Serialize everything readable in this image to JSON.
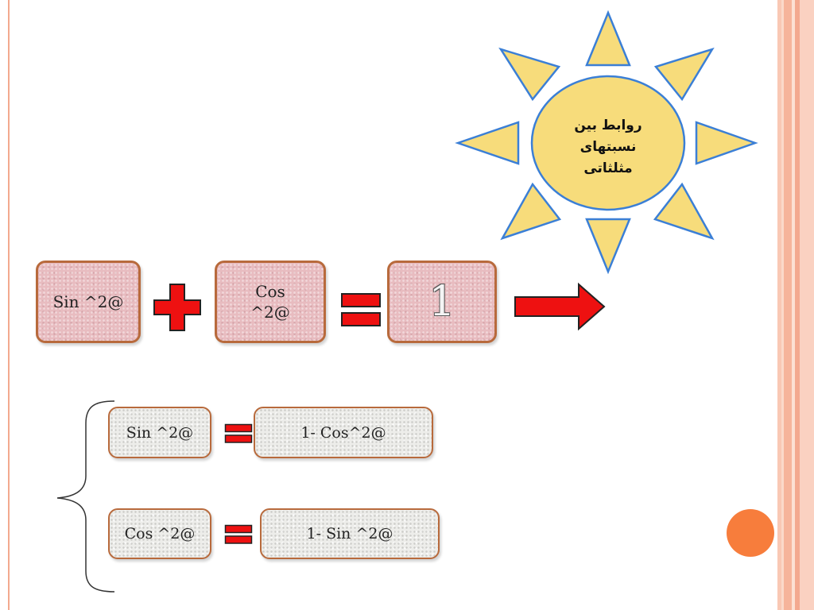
{
  "sun": {
    "lines": [
      "روابط بین",
      "نسبتهای",
      "مثلثاتی"
    ]
  },
  "identity": {
    "term1": "Sin ^2@",
    "term2_line1": "Cos",
    "term2_line2": "^2@",
    "result": "1"
  },
  "derived": [
    {
      "left": "Sin ^2@",
      "right": "1- Cos^2@"
    },
    {
      "left": "Cos ^2@",
      "right": "1- Sin ^2@"
    }
  ],
  "icons": {
    "plus": "plus-icon",
    "equals": "equals-icon",
    "arrow": "arrow-right-icon",
    "brace": "curly-brace-icon"
  },
  "colors": {
    "pink_box": "#e8bcc0",
    "gray_box": "#ededea",
    "box_border": "#b86a3c",
    "symbol_red": "#ee1111",
    "sun_yellow": "#f7dc7b",
    "sun_blue": "#3b7fd6",
    "accent_orange": "#f77d3c"
  }
}
